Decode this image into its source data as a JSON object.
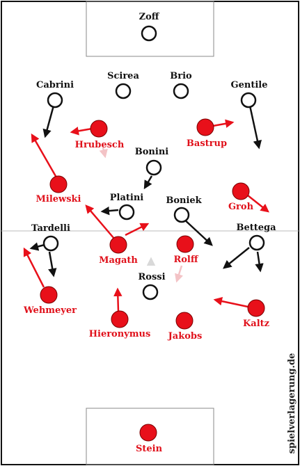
{
  "watermark": "spielverlagerung.de",
  "colors": {
    "team_black": "#111111",
    "team_red": "#e8101a",
    "arrow_red": "#e8101a",
    "arrow_faded": "#f3c3c6",
    "arrow_gray": "#d9d9d9",
    "pitch_line": "#888888"
  },
  "black_team": [
    {
      "id": "zoff",
      "name": "Zoff"
    },
    {
      "id": "cabrini",
      "name": "Cabrini"
    },
    {
      "id": "scirea",
      "name": "Scirea"
    },
    {
      "id": "brio",
      "name": "Brio"
    },
    {
      "id": "gentile",
      "name": "Gentile"
    },
    {
      "id": "bonini",
      "name": "Bonini"
    },
    {
      "id": "platini",
      "name": "Platini"
    },
    {
      "id": "boniek",
      "name": "Boniek"
    },
    {
      "id": "tardelli",
      "name": "Tardelli"
    },
    {
      "id": "bettega",
      "name": "Bettega"
    },
    {
      "id": "rossi",
      "name": "Rossi"
    }
  ],
  "red_team": [
    {
      "id": "hrubesch",
      "name": "Hrubesch"
    },
    {
      "id": "bastrup",
      "name": "Bastrup"
    },
    {
      "id": "milewski",
      "name": "Milewski"
    },
    {
      "id": "groh",
      "name": "Groh"
    },
    {
      "id": "magath",
      "name": "Magath"
    },
    {
      "id": "rolff",
      "name": "Rolff"
    },
    {
      "id": "wehmeyer",
      "name": "Wehmeyer"
    },
    {
      "id": "kaltz",
      "name": "Kaltz"
    },
    {
      "id": "hieronymus",
      "name": "Hieronymus"
    },
    {
      "id": "jakobs",
      "name": "Jakobs"
    },
    {
      "id": "stein",
      "name": "Stein"
    }
  ]
}
